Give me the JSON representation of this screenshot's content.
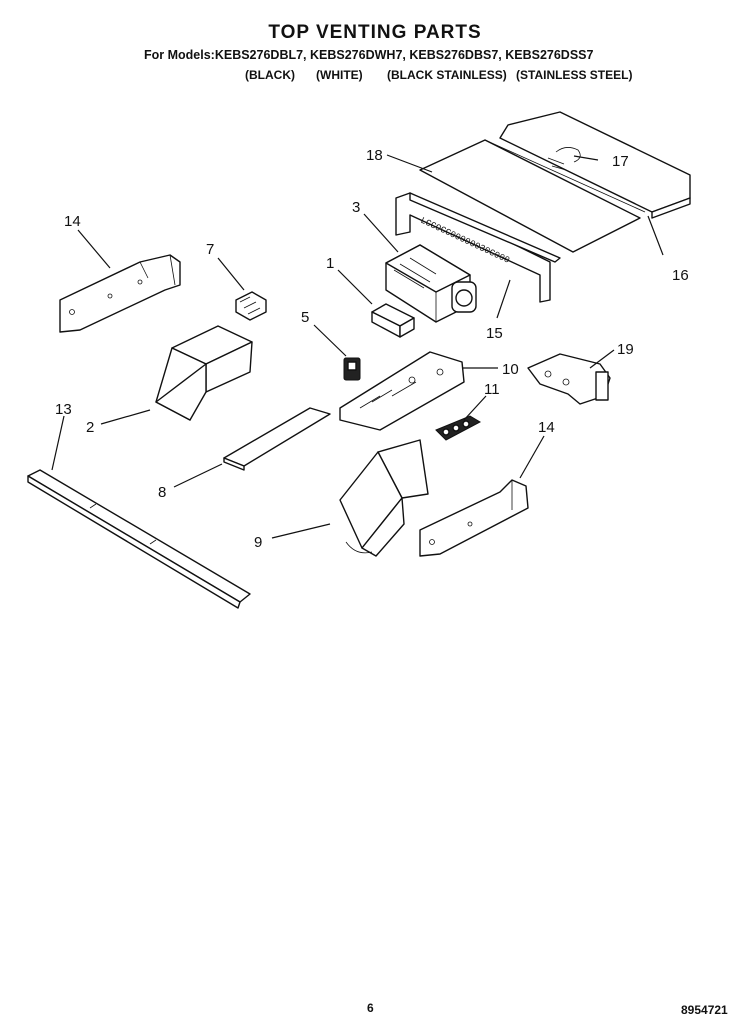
{
  "header": {
    "title": "TOP VENTING PARTS",
    "models_line": "For Models:KEBS276DBL7, KEBS276DWH7, KEBS276DBS7, KEBS276DSS7",
    "finishes": [
      "(BLACK)",
      "(WHITE)",
      "(BLACK STAINLESS)",
      "(STAINLESS STEEL)"
    ]
  },
  "callouts": {
    "p1": "1",
    "p2": "2",
    "p3": "3",
    "p5": "5",
    "p7": "7",
    "p8": "8",
    "p9": "9",
    "p10": "10",
    "p11": "11",
    "p13": "13",
    "p14a": "14",
    "p14b": "14",
    "p15": "15",
    "p16": "16",
    "p17": "17",
    "p18": "18",
    "p19": "19"
  },
  "footer": {
    "page_number": "6",
    "drawing_code": "8954721"
  }
}
